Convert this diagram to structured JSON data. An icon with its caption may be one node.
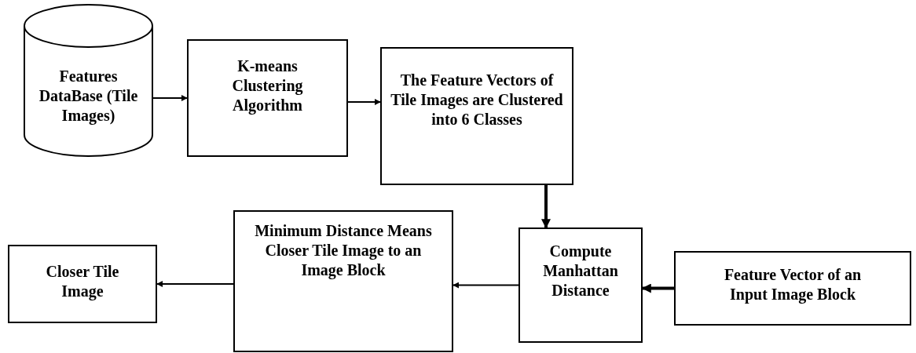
{
  "diagram": {
    "nodes": [
      {
        "text": [
          "Features DataBase  (Tile Images)"
        ]
      },
      {
        "text": [
          "K-means Clustering Algorithm"
        ]
      },
      {
        "text": [
          "The Feature Vectors of Tile Images are Clustered into 6 Classes"
        ]
      },
      {
        "text": [
          "Compute Manhattan Distance"
        ]
      },
      {
        "text": [
          "Feature Vector of an Input Image Block"
        ]
      },
      {
        "text": [
          "Minimum Distance Means Closer Tile Image to an Image Block"
        ]
      },
      {
        "text": [
          "Closer Tile Image"
        ]
      }
    ],
    "edges": [
      {
        "from": 0,
        "to": 1,
        "arrow": "to"
      },
      {
        "from": 1,
        "to": 2,
        "arrow": "to"
      },
      {
        "from": 2,
        "to": 3,
        "arrow": "to",
        "style": "thick"
      },
      {
        "from": 4,
        "to": 3,
        "arrow": "to",
        "style": "thick"
      },
      {
        "from": 3,
        "to": 5,
        "arrow": "to"
      },
      {
        "from": 5,
        "to": 6,
        "arrow": "to"
      }
    ]
  }
}
